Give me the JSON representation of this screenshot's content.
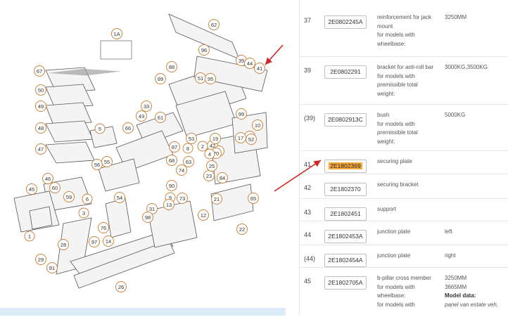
{
  "diagram": {
    "callouts": [
      "1A",
      "67",
      "50",
      "49",
      "48",
      "47",
      "46",
      "45",
      "60",
      "59",
      "1",
      "29",
      "81",
      "28",
      "97",
      "14",
      "26",
      "76",
      "54",
      "56",
      "55",
      "5",
      "66",
      "33",
      "43",
      "61",
      "89",
      "88",
      "62",
      "96",
      "39",
      "44",
      "41",
      "51",
      "95",
      "53",
      "87",
      "10",
      "99",
      "64",
      "17",
      "52",
      "42",
      "2",
      "71",
      "68",
      "63",
      "23",
      "25",
      "90",
      "9",
      "31",
      "98",
      "13",
      "73",
      "12",
      "21",
      "22",
      "84",
      "65",
      "8",
      "19",
      "70",
      "3",
      "6",
      "74",
      "4"
    ]
  },
  "parts": [
    {
      "pos": "37",
      "part_number": "2E0802245A",
      "lines": [
        "reinforcement for jack",
        "mount",
        "for models with",
        "wheelbase:"
      ],
      "extra": [
        "3250MM"
      ]
    },
    {
      "pos": "39",
      "part_number": "2E0802291",
      "lines": [
        "bracket for anti-roll bar",
        "for models with",
        "premissible total",
        "weight:"
      ],
      "extra": [
        "3000KG,3500KG"
      ]
    },
    {
      "pos": "(39)",
      "part_number": "2E0802913C",
      "lines": [
        "bush",
        "for models with",
        "premissible total",
        "weight:"
      ],
      "extra": [
        "5000KG"
      ]
    },
    {
      "pos": "41",
      "part_number": "2E1802369",
      "lines": [
        "securing plate"
      ],
      "extra": [],
      "highlighted": true
    },
    {
      "pos": "42",
      "part_number": "2E1802370",
      "lines": [
        "securing bracket"
      ],
      "extra": []
    },
    {
      "pos": "43",
      "part_number": "2E1802451",
      "lines": [
        "support"
      ],
      "extra": []
    },
    {
      "pos": "44",
      "part_number": "2E1802453A",
      "lines": [
        "junction plate"
      ],
      "extra": [
        "left"
      ]
    },
    {
      "pos": "(44)",
      "part_number": "2E1802454A",
      "lines": [
        "junction plate"
      ],
      "extra": [
        "right"
      ]
    },
    {
      "pos": "45",
      "part_number": "2E1802705A",
      "lines": [
        "b-pillar cross member",
        "for models with",
        "wheelbase:",
        "for models with"
      ],
      "extra": [
        "3250MM",
        "3665MM",
        "Model data:",
        "panel van estate veh,"
      ]
    }
  ],
  "colors": {
    "accent": "#f7a93b",
    "arrow": "#d42424",
    "callout_ring": "#c9853f"
  }
}
